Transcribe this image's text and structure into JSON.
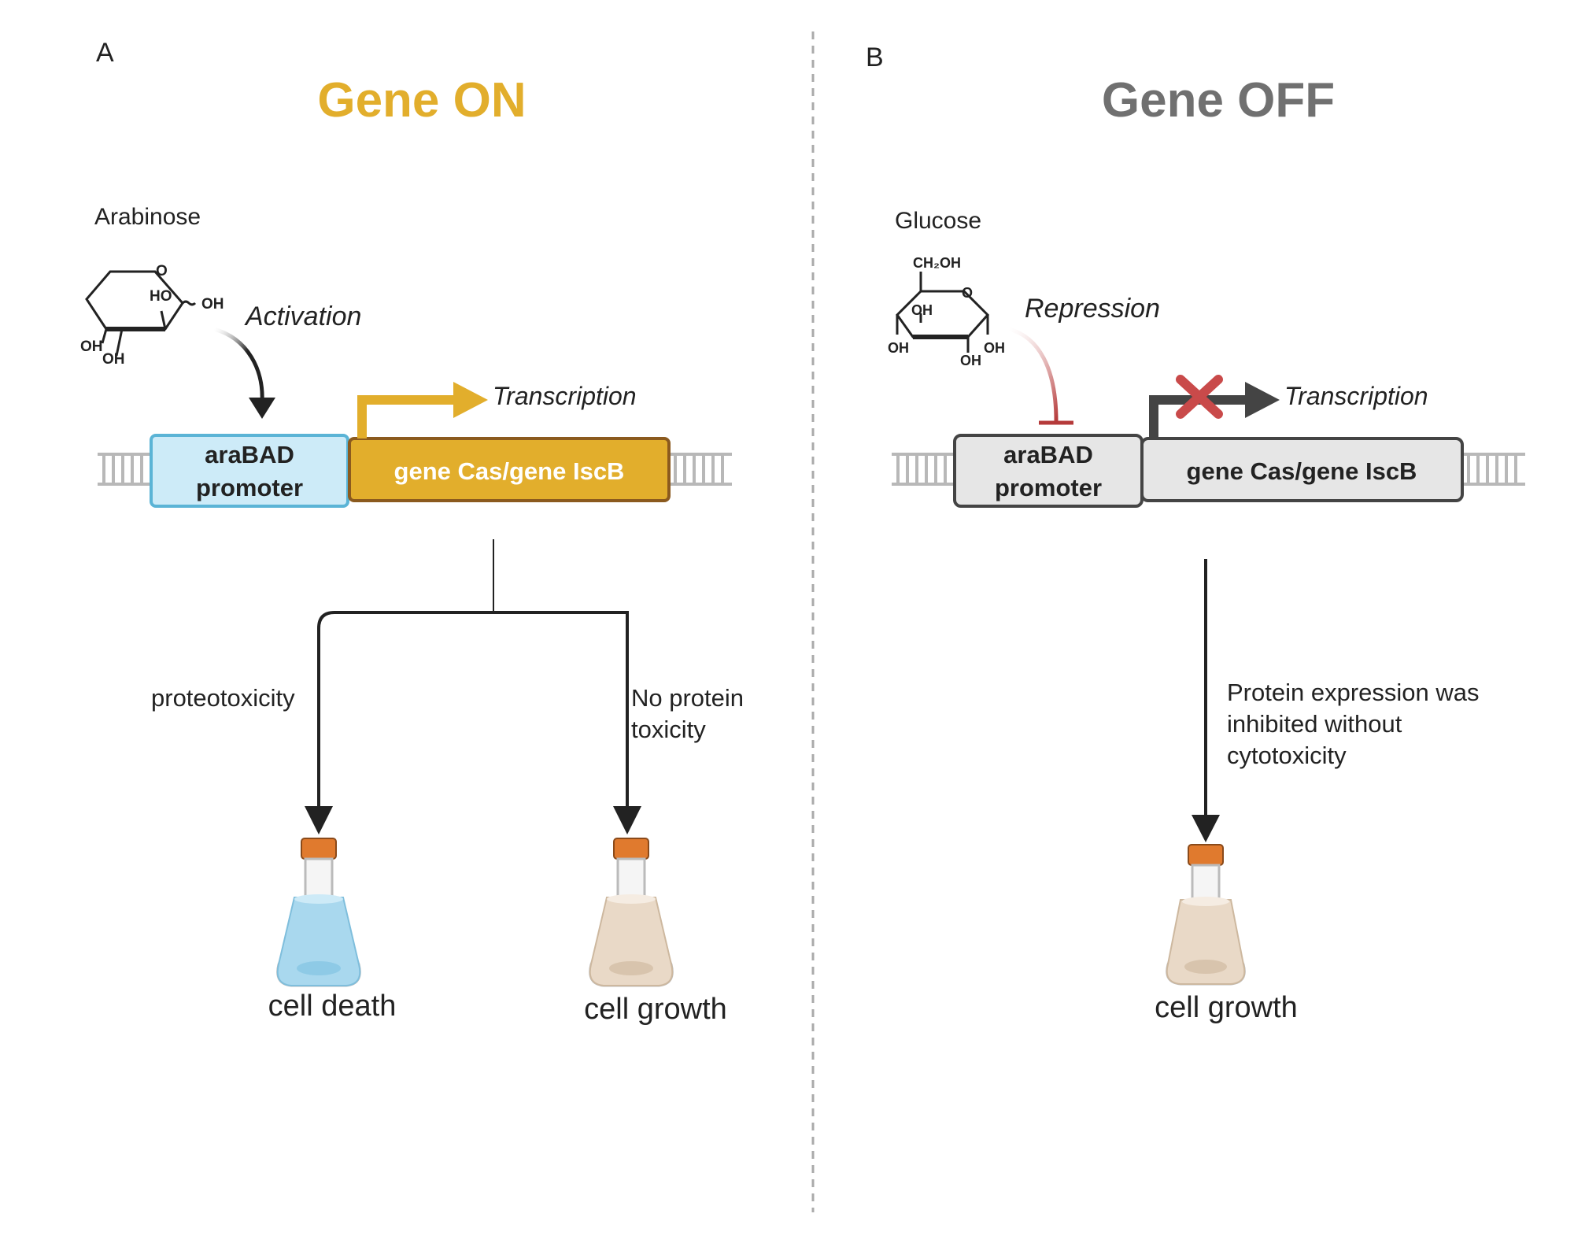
{
  "panel_a": {
    "letter": "A",
    "title": "Gene ON",
    "title_color": "#E2AE2C",
    "molecule_label": "Arabinose",
    "molecule_atoms": [
      "O",
      "HO",
      "OH",
      "OH",
      "OH"
    ],
    "effect_label": "Activation",
    "transcription_label": "Transcription",
    "promoter_label_line1": "araBAD",
    "promoter_label_line2": "promoter",
    "gene_label": "gene Cas/gene IscB",
    "left_branch_label": "proteotoxicity",
    "right_branch_label_line1": "No protein",
    "right_branch_label_line2": "toxicity",
    "left_outcome": "cell death",
    "right_outcome": "cell growth"
  },
  "panel_b": {
    "letter": "B",
    "title": "Gene OFF",
    "title_color": "#707070",
    "molecule_label": "Glucose",
    "molecule_atoms": [
      "CH₂OH",
      "O",
      "OH",
      "OH",
      "OH",
      "OH"
    ],
    "effect_label": "Repression",
    "transcription_label": "Transcription",
    "promoter_label_line1": "araBAD",
    "promoter_label_line2": "promoter",
    "gene_label": "gene Cas/gene IscB",
    "note_line1": "Protein expression was",
    "note_line2": "inhibited without",
    "note_line3": "cytotoxicity",
    "outcome": "cell growth"
  },
  "colors": {
    "gene_on": "#E2AE2C",
    "gene_on_border": "#8B5A1E",
    "promoter_on_fill": "#CDEBF8",
    "promoter_on_border": "#5BB4D6",
    "off_fill": "#E6E6E6",
    "off_border": "#444444",
    "repression": "#B53A3A",
    "flask_cap": "#E07A2E",
    "liquid_blue": "#A9D8EE",
    "liquid_tan": "#E9D9C7"
  }
}
